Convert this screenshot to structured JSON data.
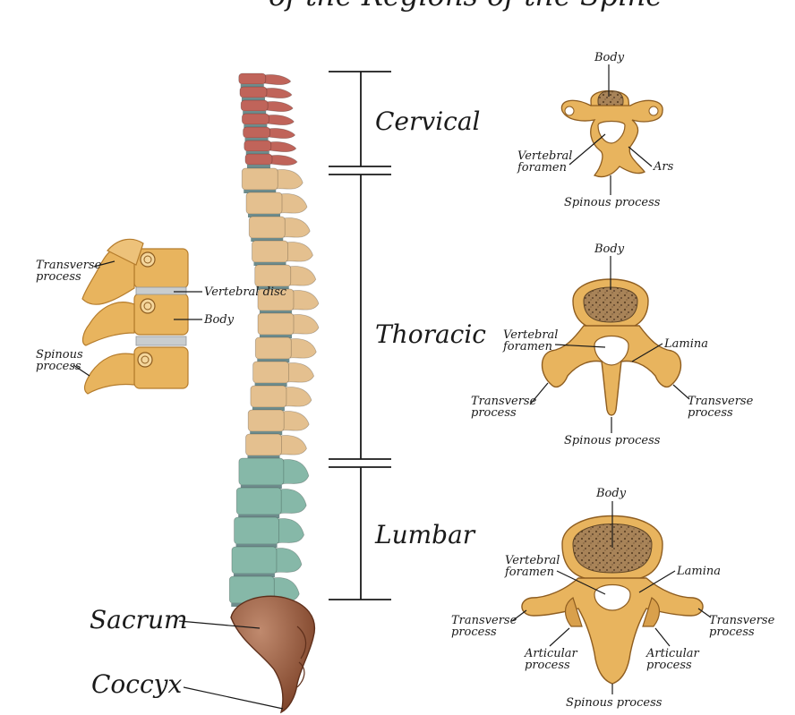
{
  "title_fragment": "of the Regions of the Spine",
  "regions": {
    "cervical": "Cervical",
    "thoracic": "Thoracic",
    "lumbar": "Lumbar",
    "sacrum": "Sacrum",
    "coccyx": "Coccyx"
  },
  "side_view": {
    "transverse_process": [
      "Transverse",
      "process"
    ],
    "spinous_process": [
      "Spinous",
      "process"
    ],
    "vertebral_disc": "Vertebral disc",
    "body": "Body"
  },
  "cervical_vertebra": {
    "body": "Body",
    "vertebral_foramen": [
      "Vertebral",
      "foramen"
    ],
    "ars": "Ars",
    "spinous_process": "Spinous process"
  },
  "thoracic_vertebra": {
    "body": "Body",
    "vertebral_foramen": [
      "Vertebral",
      "foramen"
    ],
    "lamina": "Lamina",
    "transverse_left": [
      "Transverse",
      "process"
    ],
    "transverse_right": [
      "Transverse",
      "process"
    ],
    "spinous_process": "Spinous process"
  },
  "lumbar_vertebra": {
    "body": "Body",
    "vertebral_foramen": [
      "Vertebral",
      "foramen"
    ],
    "lamina": "Lamina",
    "transverse_left": [
      "Transverse",
      "process"
    ],
    "transverse_right": [
      "Transverse",
      "process"
    ],
    "articular_left": [
      "Articular",
      "process"
    ],
    "articular_right": [
      "Articular",
      "process"
    ],
    "spinous_process": "Spinous process"
  },
  "colors": {
    "cervical": "#c0645a",
    "thoracic": "#e4c08f",
    "lumbar": "#86b8a8",
    "sacrum": "#8a4a2e",
    "bone": "#e8b45e",
    "bone_dark": "#b57c2c",
    "disc": "#6e8c8c",
    "spongy": "#8d6a45"
  }
}
